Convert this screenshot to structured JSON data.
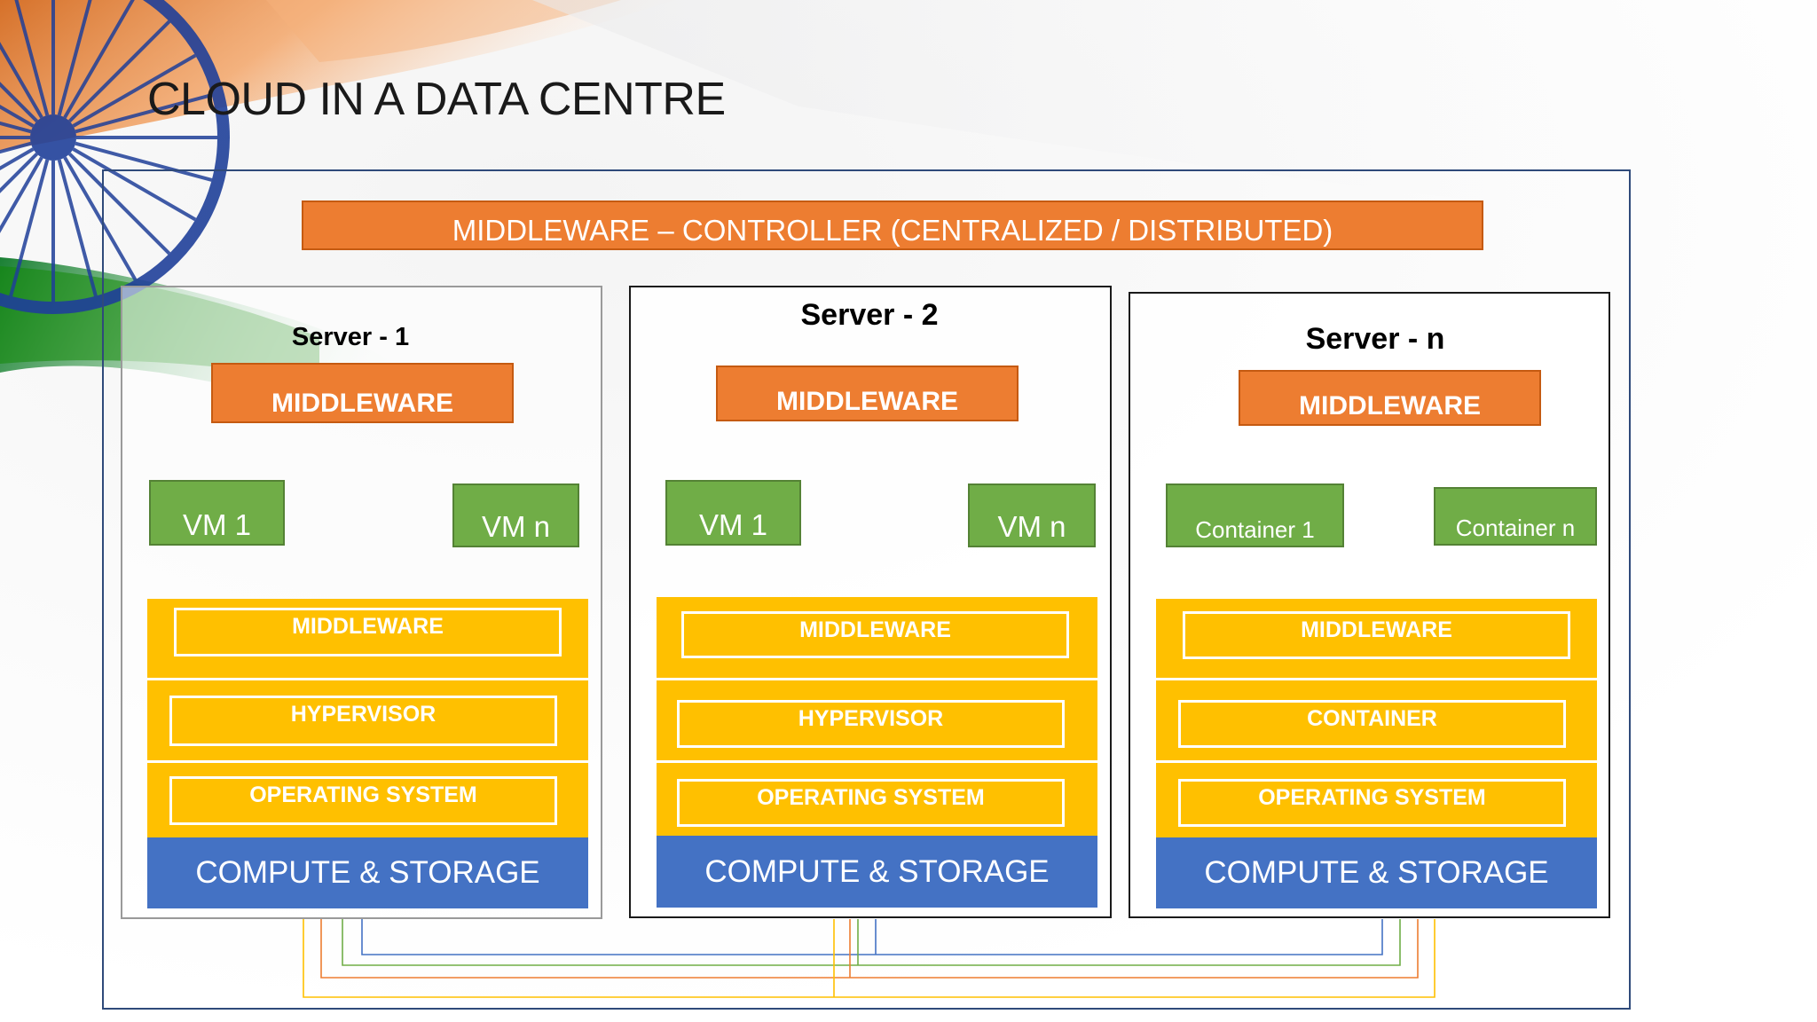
{
  "title": "CLOUD IN A DATA CENTRE",
  "controller": "MIDDLEWARE – CONTROLLER (CENTRALIZED / DISTRIBUTED)",
  "servers": [
    {
      "title": "Server - 1",
      "middleware": "MIDDLEWARE",
      "units": [
        "VM 1",
        "VM n"
      ],
      "layers": [
        "MIDDLEWARE",
        "HYPERVISOR",
        "OPERATING SYSTEM"
      ],
      "base": "COMPUTE & STORAGE"
    },
    {
      "title": "Server - 2",
      "middleware": "MIDDLEWARE",
      "units": [
        "VM 1",
        "VM n"
      ],
      "layers": [
        "MIDDLEWARE",
        "HYPERVISOR",
        "OPERATING SYSTEM"
      ],
      "base": "COMPUTE & STORAGE"
    },
    {
      "title": "Server - n",
      "middleware": "MIDDLEWARE",
      "units": [
        "Container 1",
        "Container n"
      ],
      "layers": [
        "MIDDLEWARE",
        "CONTAINER",
        "OPERATING SYSTEM"
      ],
      "base": "COMPUTE & STORAGE"
    }
  ],
  "colors": {
    "orange": "#ed7d31",
    "green": "#70ad47",
    "yellow": "#ffc000",
    "blue": "#4472c4",
    "flag_saffron": "#f08a3c",
    "flag_green": "#138808",
    "chakra_navy": "#1f3f99"
  }
}
